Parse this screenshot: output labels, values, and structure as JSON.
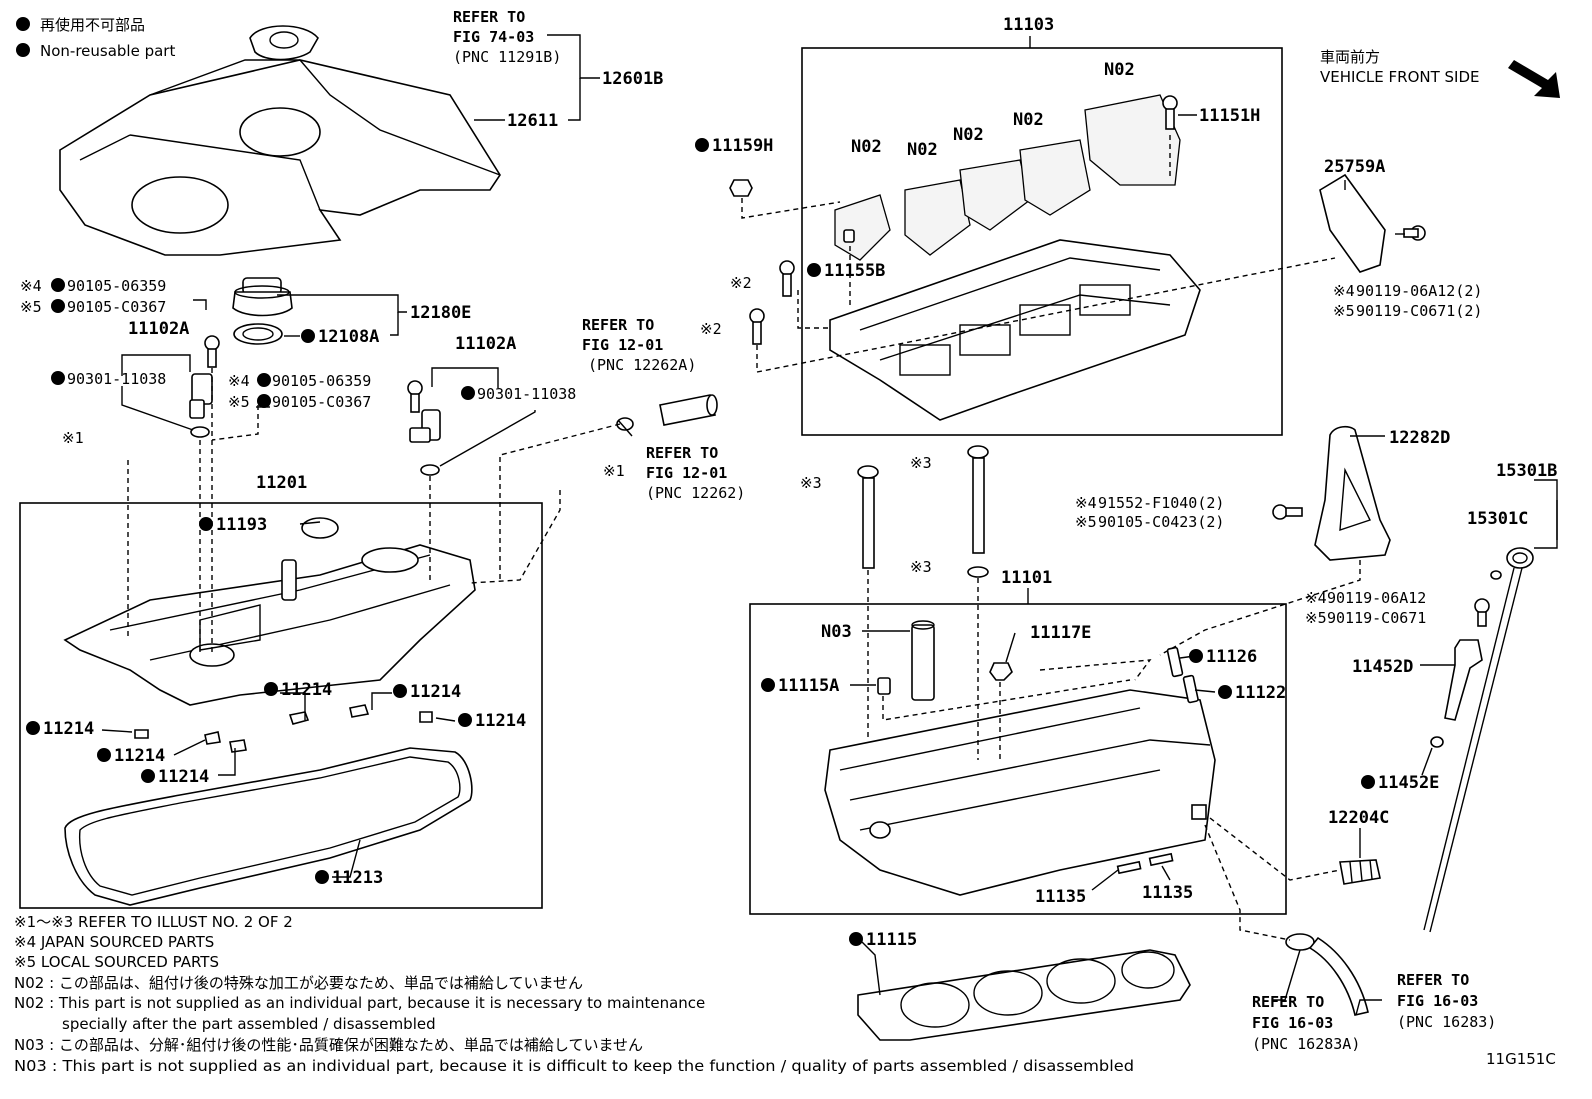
{
  "legend": {
    "jp": "再使用不可部品",
    "en": "Non-reusable part"
  },
  "front_side": {
    "jp": "車両前方",
    "en": "VEHICLE FRONT SIDE"
  },
  "references": {
    "r7403": [
      "REFER TO",
      "FIG 74-03",
      "(PNC 11291B)"
    ],
    "r1201a": [
      "REFER TO",
      "FIG 12-01",
      "(PNC 12262A)"
    ],
    "r1201b": [
      "REFER TO",
      "FIG 12-01",
      "(PNC 12262)"
    ],
    "r1603a": [
      "REFER TO",
      "FIG 16-03",
      "(PNC 16283A)"
    ],
    "r1603b": [
      "REFER TO",
      "FIG 16-03",
      "(PNC 16283)"
    ]
  },
  "labels": {
    "p12601B": "12601B",
    "p12611": "12611",
    "p12180E": "12180E",
    "p12108A": "12108A",
    "p11102A_l": "11102A",
    "p11102A_r": "11102A",
    "p9010506359_l": "90105-06359",
    "p90105C0367_l": "90105-C0367",
    "p9030111038_l": "90301-11038",
    "p9010506359_r": "90105-06359",
    "p90105C0367_r": "90105-C0367",
    "p9030111038_r": "90301-11038",
    "p11201": "11201",
    "p11193": "11193",
    "p11214a": "11214",
    "p11214b": "11214",
    "p11214c": "11214",
    "p11214d": "11214",
    "p11214e": "11214",
    "p11214f": "11214",
    "p11213": "11213",
    "p11103": "11103",
    "p11159H": "11159H",
    "p11155B": "11155B",
    "p11151H": "11151H",
    "n02a": "N02",
    "n02b": "N02",
    "n02c": "N02",
    "n02d": "N02",
    "n02e": "N02",
    "p25759A": "25759A",
    "p9011906A12_2": "90119-06A12(2)",
    "p90119C0671_2": "90119-C0671(2)",
    "p12282D": "12282D",
    "p91552F1040": "91552-F1040(2)",
    "p90105C0423": "90105-C0423(2)",
    "p15301B": "15301B",
    "p15301C": "15301C",
    "p9011906A12": "90119-06A12",
    "p90119C0671": "90119-C0671",
    "p11452D": "11452D",
    "p11452E": "11452E",
    "p12204C": "12204C",
    "p11101": "11101",
    "n03": "N03",
    "p11117E": "11117E",
    "p11115A": "11115A",
    "p11126": "11126",
    "p11122": "11122",
    "p11135a": "11135",
    "p11135b": "11135",
    "p11115": "11115",
    "mk1": "※1",
    "mk1b": "※1",
    "mk2a": "※2",
    "mk2b": "※2",
    "mk3a": "※3",
    "mk3b": "※3",
    "mk3c": "※3",
    "mk4a": "※4",
    "mk5a": "※5",
    "mk4b": "※4",
    "mk5b": "※5",
    "mk4c": "※4",
    "mk5c": "※5",
    "mk4d": "※4",
    "mk5d": "※5",
    "mk4e": "※4",
    "mk5e": "※5"
  },
  "notes": [
    "※1～※3  REFER TO ILLUST NO. 2 OF 2",
    "※4 JAPAN SOURCED PARTS",
    "※5 LOCAL SOURCED PARTS",
    "N02 : この部品は、組付け後の特殊な加工が必要なため、単品では補給していません",
    "N02 : This part is not supplied as an individual part, because it is necessary to maintenance",
    "specially after the part assembled / disassembled",
    "N03 : この部品は、分解･組付け後の性能･品質確保が困難なため、単品では補給していません",
    "N03 : This part is not supplied as an individual part, because it is difficult to keep the function / quality of parts  assembled / disassembled"
  ],
  "figure_id": "11G151C"
}
